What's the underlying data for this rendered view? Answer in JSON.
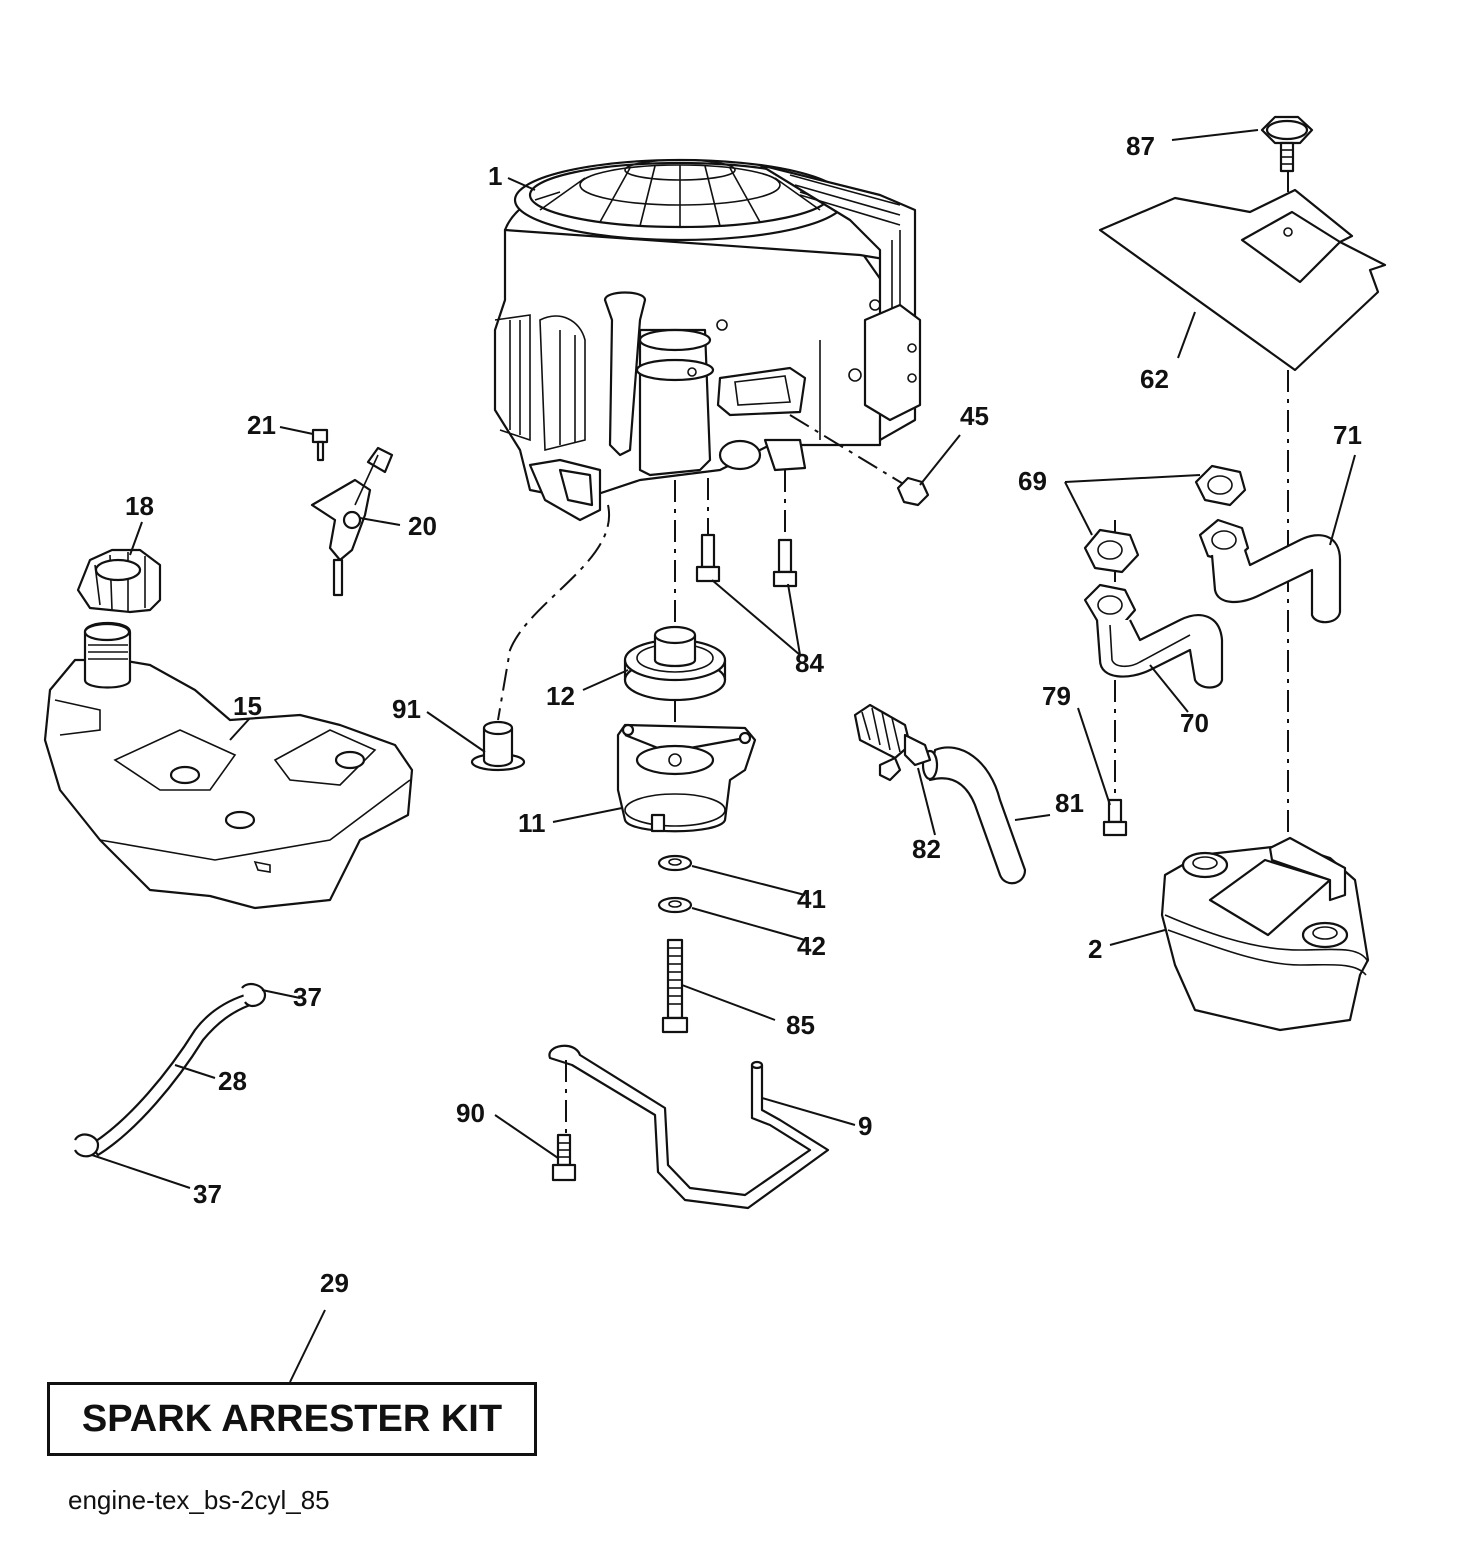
{
  "parts": [
    {
      "id": "engine",
      "label": "1"
    },
    {
      "id": "muffler",
      "label": "2"
    },
    {
      "id": "oil-drain-hose",
      "label": "9"
    },
    {
      "id": "pto-clutch",
      "label": "11"
    },
    {
      "id": "pulley",
      "label": "12"
    },
    {
      "id": "fuel-tank",
      "label": "15"
    },
    {
      "id": "fuel-cap",
      "label": "18"
    },
    {
      "id": "throttle-bracket",
      "label": "20"
    },
    {
      "id": "screw-21",
      "label": "21"
    },
    {
      "id": "fuel-line",
      "label": "28"
    },
    {
      "id": "spark-arrester-kit-ref",
      "label": "29"
    },
    {
      "id": "clamp-upper",
      "label": "37"
    },
    {
      "id": "clamp-lower",
      "label": "37"
    },
    {
      "id": "washer-41",
      "label": "41"
    },
    {
      "id": "washer-42",
      "label": "42"
    },
    {
      "id": "nut-45",
      "label": "45"
    },
    {
      "id": "heat-shield",
      "label": "62"
    },
    {
      "id": "gaskets",
      "label": "69"
    },
    {
      "id": "exhaust-pipe-70",
      "label": "70"
    },
    {
      "id": "exhaust-pipe-71",
      "label": "71"
    },
    {
      "id": "bolt-79",
      "label": "79"
    },
    {
      "id": "hose-81",
      "label": "81"
    },
    {
      "id": "valve-82",
      "label": "82"
    },
    {
      "id": "bolts-84",
      "label": "84"
    },
    {
      "id": "bolt-85",
      "label": "85"
    },
    {
      "id": "bolt-87",
      "label": "87"
    },
    {
      "id": "bolt-90",
      "label": "90"
    },
    {
      "id": "bushing-91",
      "label": "91"
    }
  ],
  "kit_box": {
    "label": "SPARK ARRESTER KIT"
  },
  "drawing_code": "engine-tex_bs-2cyl_85"
}
